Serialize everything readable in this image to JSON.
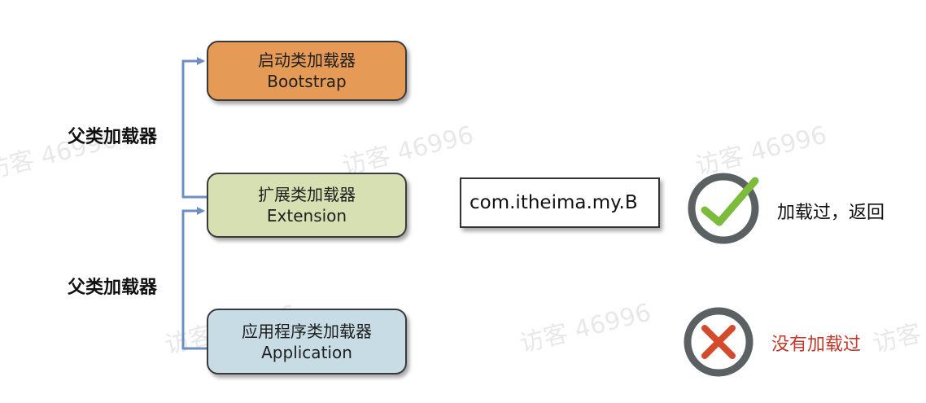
{
  "watermark": "访客 46996",
  "loaders": {
    "bootstrap": {
      "name": "启动类加载器",
      "en": "Bootstrap",
      "color": "#e59a55"
    },
    "extension": {
      "name": "扩展类加载器",
      "en": "Extension",
      "color": "#d6e0b2"
    },
    "application": {
      "name": "应用程序类加载器",
      "en": "Application",
      "color": "#c8dce6"
    }
  },
  "labels": {
    "parent_upper": "父类加载器",
    "parent_lower": "父类加载器"
  },
  "class_name": "com.itheima.my.B",
  "results": {
    "found": {
      "text": "加载过，返回",
      "icon": "check-circle-icon",
      "color": "#7dbb3c"
    },
    "not_found": {
      "text": "没有加载过",
      "icon": "cross-circle-icon",
      "color": "#c0392b"
    }
  },
  "colors": {
    "arrow": "#6d8fc4",
    "ring": "#5b6162"
  }
}
